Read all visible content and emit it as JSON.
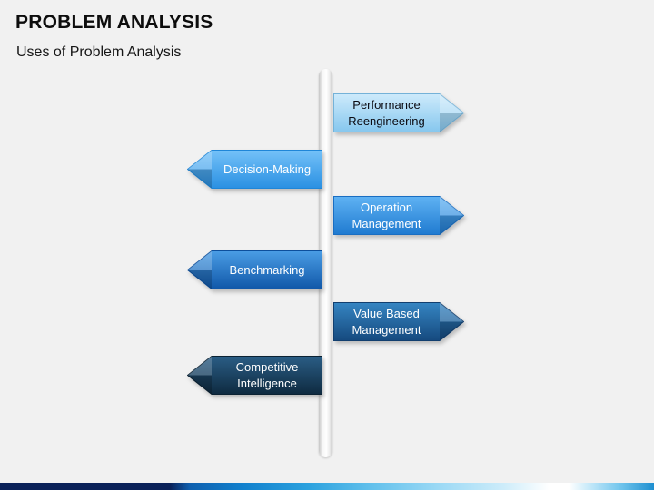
{
  "slide": {
    "title": "PROBLEM ANALYSIS",
    "subtitle": "Uses of Problem Analysis",
    "background_color": "#f1f1f1",
    "title_color": "#0d0d0d"
  },
  "pole": {
    "color_edge": "#c6c6c6",
    "color_center": "#ffffff"
  },
  "arrows": [
    {
      "label": "Performance Reengineering",
      "direction": "right",
      "color_top": "#cdeafb",
      "color_bottom": "#86c7ee",
      "color_border": "#74b2d8",
      "text_color": "#0b0b12"
    },
    {
      "label": "Decision-Making",
      "direction": "left",
      "color_top": "#74c1f8",
      "color_bottom": "#2a90e2",
      "color_border": "#1f86d8",
      "text_color": "#ffffff"
    },
    {
      "label": "Operation Management",
      "direction": "right",
      "color_top": "#5fb2f3",
      "color_bottom": "#1f7ad0",
      "color_border": "#1a6ec2",
      "text_color": "#ffffff"
    },
    {
      "label": "Benchmarking",
      "direction": "left",
      "color_top": "#4a9de5",
      "color_bottom": "#1057a8",
      "color_border": "#0d4f9c",
      "text_color": "#ffffff"
    },
    {
      "label": "Value Based Management",
      "direction": "right",
      "color_top": "#3585c2",
      "color_bottom": "#15497e",
      "color_border": "#123f6f",
      "text_color": "#ffffff"
    },
    {
      "label": "Competitive Intelligence",
      "direction": "left",
      "color_top": "#2a5d85",
      "color_bottom": "#0e2a40",
      "color_border": "#0b2233",
      "text_color": "#ffffff"
    }
  ],
  "footer": {
    "gradient_colors": [
      "#0a2158",
      "#1180cd",
      "#2ba1de",
      "#9bd9f5",
      "#ffffff",
      "#1e8fd0"
    ]
  }
}
